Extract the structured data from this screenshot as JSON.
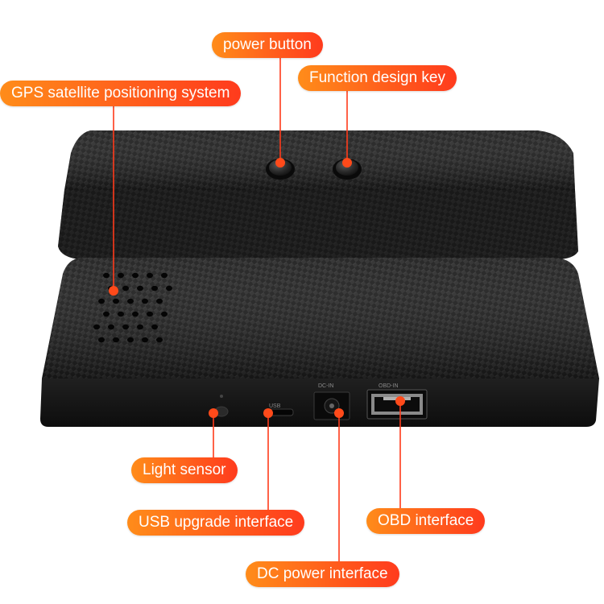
{
  "callouts": {
    "power_button": "power button",
    "function_key": "Function design key",
    "gps": "GPS satellite positioning system",
    "light_sensor": "Light sensor",
    "usb": "USB upgrade interface",
    "obd": "OBD interface",
    "dc": "DC power interface"
  },
  "port_labels": {
    "usb": "USB",
    "dc_in": "DC-IN",
    "obd_in": "OBD-IN"
  },
  "colors": {
    "accent_orange": "#ff8c1a",
    "accent_red": "#ff3b1d",
    "device_body": "#1a1a1a",
    "leader_line": "#ff3a1a"
  }
}
